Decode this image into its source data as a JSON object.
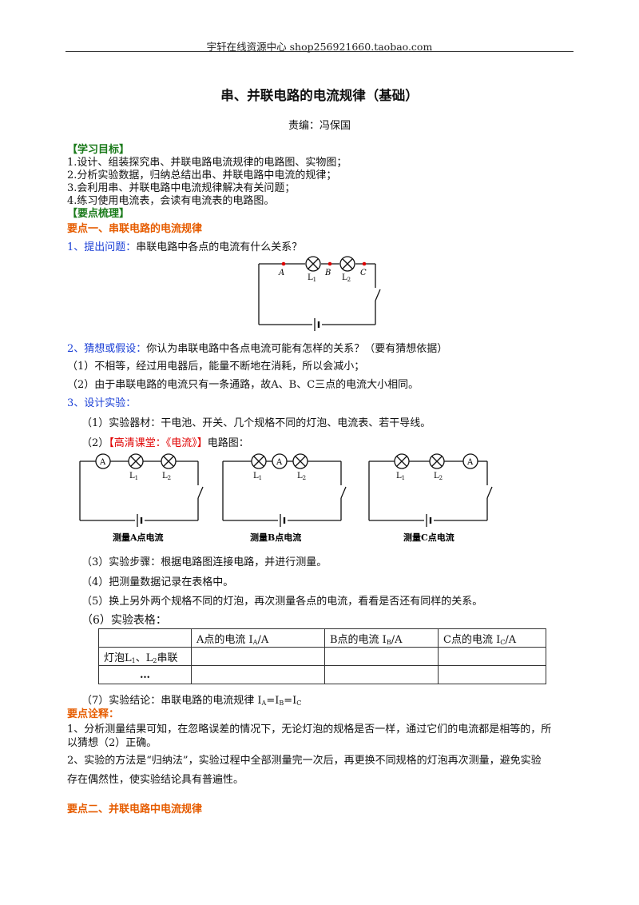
{
  "header": {
    "site": "宇轩在线资源中心   shop256921660.taobao.com"
  },
  "title": "串、并联电路的电流规律（基础）",
  "editor": "责编：冯保国",
  "goals": {
    "heading": "【学习目标】",
    "items": [
      "1.设计、组装探究串、并联电路电流规律的电路图、实物图；",
      "2.分析实验数据，归纳总结出串、并联电路中电流的规律；",
      "3.会利用串、并联电路中电流规律解决有关问题；",
      "4.练习使用电流表，会读有电流表的电路图。"
    ]
  },
  "outline_heading": "【要点梳理】",
  "point1": {
    "heading": "要点一、串联电路的电流规律",
    "q1_label": "1、提出问题：",
    "q1_text": "串联电路中各点的电流有什么关系？",
    "fig1": {
      "points": [
        "A",
        "B",
        "C"
      ],
      "lamps": [
        "L",
        "L"
      ],
      "lamp_subs": [
        "1",
        "2"
      ]
    },
    "q2_label": "2、猜想或假设：",
    "q2_text": "你认为串联电路中各点电流可能有怎样的关系？（要有猜想依据）",
    "guess1": "（1）不相等，经过用电器后，能量不断地在消耗，所以会减小；",
    "guess2": "（2）由于串联电路的电流只有一条通路，故A、B、C三点的电流大小相同。",
    "q3_label": "3、设计实验：",
    "s1": "（1）实验器材：干电池、开关、几个规格不同的灯泡、电流表、若干导线。",
    "s2_pre": "（2）",
    "s2_link": "【高清课堂：《电流》】",
    "s2_post": "电路图：",
    "circuits": [
      {
        "caption": "测量A点电流",
        "lamps": [
          "L",
          "L"
        ],
        "subs": [
          "1",
          "2"
        ],
        "meter": "A"
      },
      {
        "caption": "测量B点电流",
        "lamps": [
          "L",
          "L"
        ],
        "subs": [
          "1",
          "2"
        ],
        "meter": "A"
      },
      {
        "caption": "测量C点电流",
        "lamps": [
          "L",
          "L"
        ],
        "subs": [
          "1",
          "2"
        ],
        "meter": "A"
      }
    ],
    "s3": "（3）实验步骤：根据电路图连接电路，并进行测量。",
    "s4": "（4）把测量数据记录在表格中。",
    "s5": "（5）换上另外两个规格不同的灯泡，再次测量各点的电流，看看是否还有同样的关系。",
    "s6": "（6）实验表格：",
    "table": {
      "headers": [
        "",
        "A点的电流 I",
        "B点的电流 I",
        "C点的电流 I"
      ],
      "header_subs": [
        "",
        "A",
        "B",
        "C"
      ],
      "header_units": [
        "",
        "/A",
        "/A",
        "/A"
      ],
      "row1_label": "灯泡L",
      "row1_sub1": "1",
      "row1_mid": "、L",
      "row1_sub2": "2",
      "row1_post": "串联",
      "row2_label": "…"
    },
    "s7_pre": "（7）实验结论：串联电路的电流规律 I",
    "s7_subs": [
      "A",
      "B",
      "C"
    ],
    "notes_heading": "要点诠释：",
    "note1": "1、分析测量结果可知，在忽略误差的情况下，无论灯泡的规格是否一样，通过它们的电流都是相等的，所",
    "note1b": "以猜想（2）正确。",
    "note2": "2、实验的方法是“归纳法”，实验过程中全部测量完一次后，再更换不同规格的灯泡再次测量，避免实验",
    "note2b": "存在偶然性，使实验结论具有普遍性。"
  },
  "point2": {
    "heading": "要点二、并联电路中电流规律"
  }
}
